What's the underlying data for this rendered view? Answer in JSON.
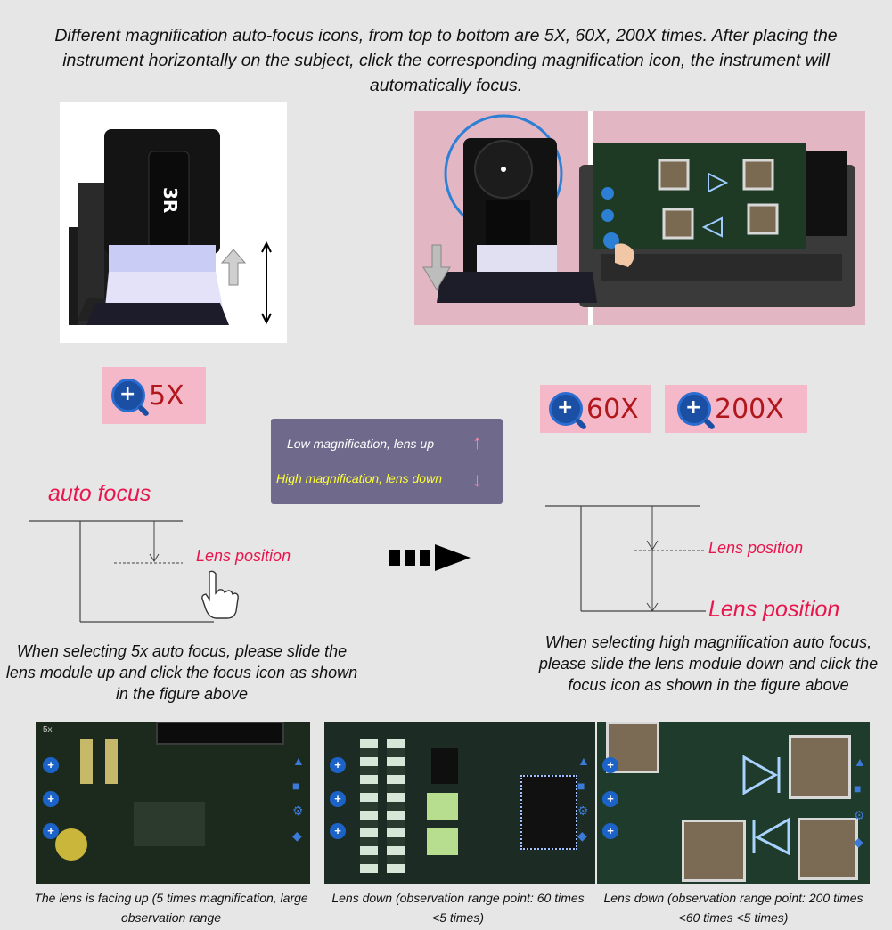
{
  "intro": "Different magnification auto-focus icons, from top to bottom are 5X, 60X, 200X times. After placing the instrument horizontally on the subject, click the corresponding magnification icon, the instrument will automatically focus.",
  "device_label": "3R",
  "mag_5x": "5X",
  "mag_60x": "60X",
  "mag_200x": "200X",
  "legend": {
    "low": "Low magnification, lens up",
    "high": "High magnification, lens down",
    "up_color": "#f28aa8",
    "down_color": "#f28aa8"
  },
  "left_diagram": {
    "title": "auto focus",
    "lens_label": "Lens position"
  },
  "right_diagram": {
    "upper_label": "Lens position",
    "lower_label": "Lens position"
  },
  "caption_left": "When selecting 5x auto focus, please slide the lens module up and click the focus icon as shown in the figure above",
  "caption_right": "When selecting high magnification auto focus, please slide the lens module down and click the focus icon as shown in the figure above",
  "bottom": {
    "screen_left_tag": "5x",
    "cap1": "The lens is facing up (5 times magnification, large observation range",
    "cap2": "Lens down (observation range point: 60 times <5 times)",
    "cap3": "Lens down (observation range point: 200 times <60 times <5 times)"
  },
  "colors": {
    "accent_red": "#e8164d",
    "chip_bg": "#f4b8c8",
    "legend_bg": "#6f6a8c",
    "icon_blue": "#1a4fa3"
  }
}
